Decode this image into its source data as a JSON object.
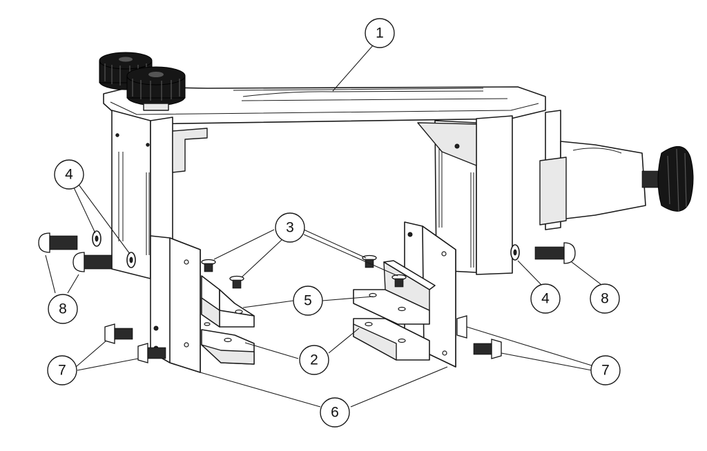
{
  "callouts": [
    {
      "id": "c1",
      "label": "1"
    },
    {
      "id": "c2",
      "label": "2"
    },
    {
      "id": "c3",
      "label": "3"
    },
    {
      "id": "c4a",
      "label": "4"
    },
    {
      "id": "c4b",
      "label": "4"
    },
    {
      "id": "c5",
      "label": "5"
    },
    {
      "id": "c6",
      "label": "6"
    },
    {
      "id": "c7a",
      "label": "7"
    },
    {
      "id": "c7b",
      "label": "7"
    },
    {
      "id": "c8a",
      "label": "8"
    },
    {
      "id": "c8b",
      "label": "8"
    }
  ]
}
